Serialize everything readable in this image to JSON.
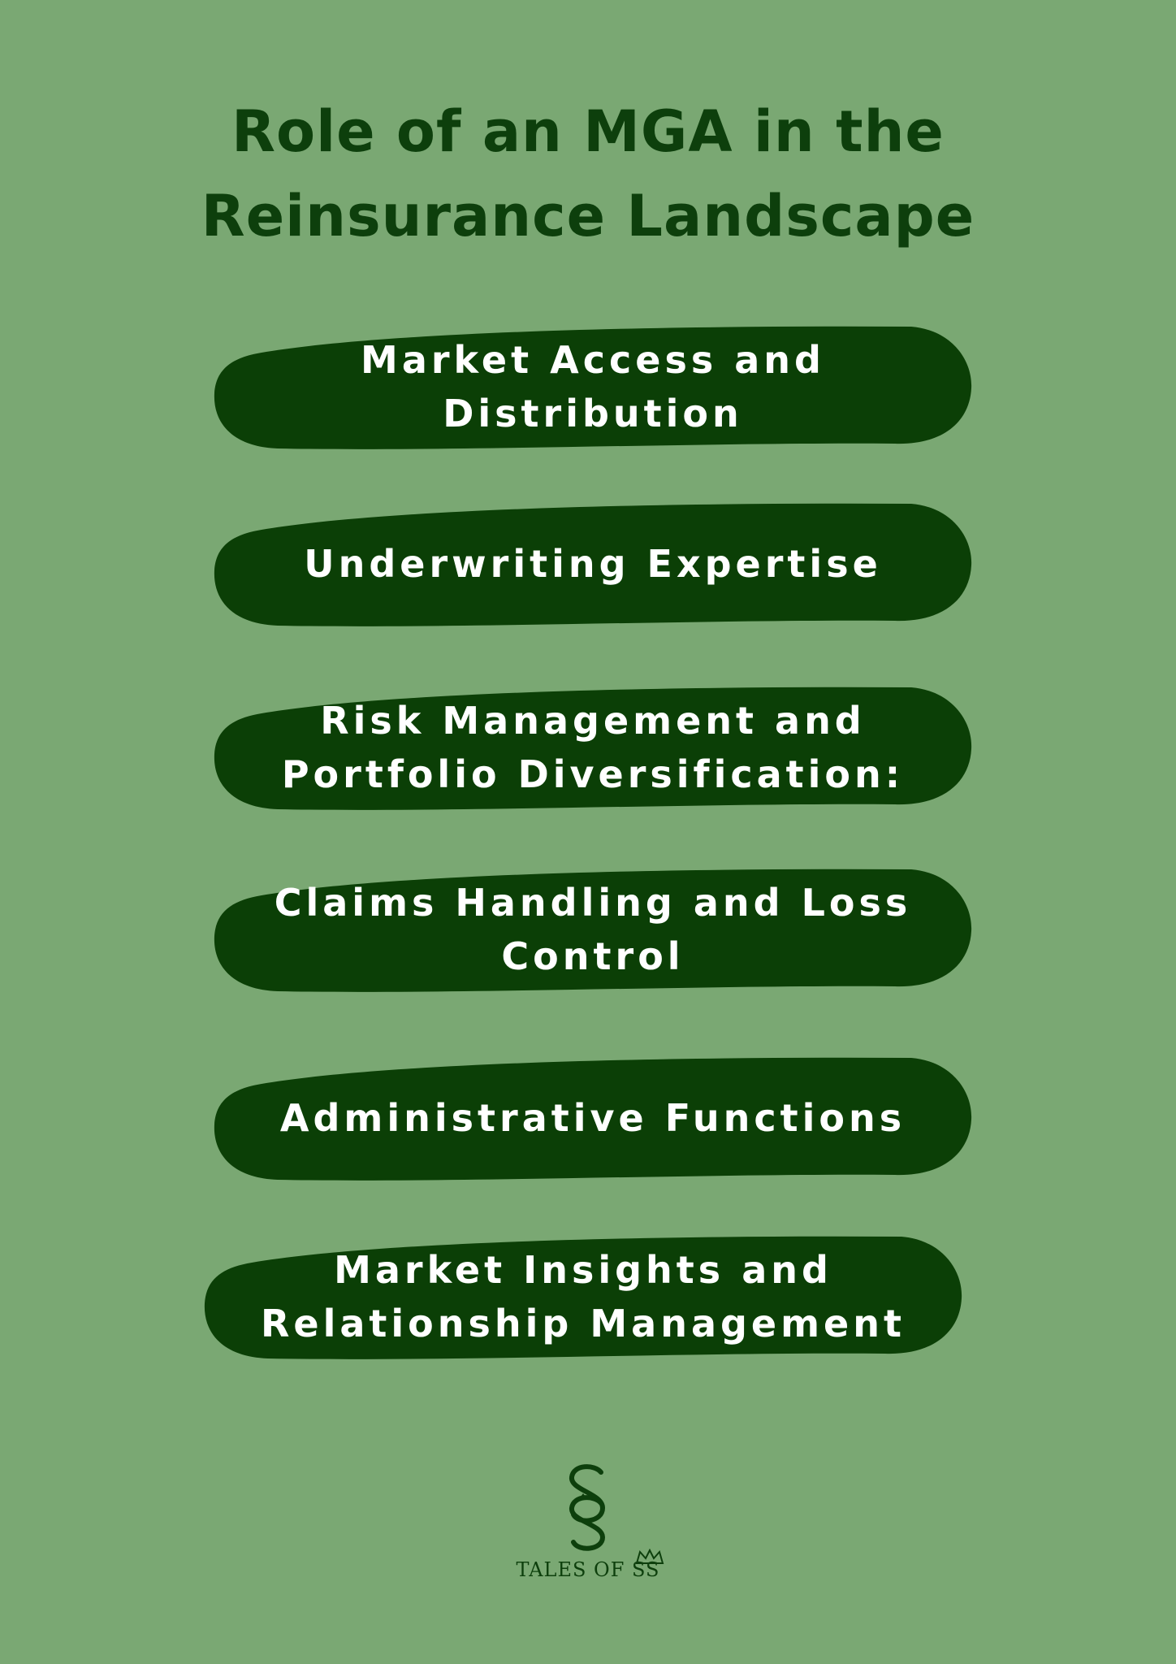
{
  "title": {
    "line1": "Role of an MGA in the",
    "line2": "Reinsurance Landscape"
  },
  "items": [
    {
      "label": "Market Access and Distribution"
    },
    {
      "label": "Underwriting Expertise"
    },
    {
      "label": "Risk Management and Portfolio Diversification:"
    },
    {
      "label": "Claims Handling and Loss Control"
    },
    {
      "label": "Administrative Functions"
    },
    {
      "label": "Market Insights and Relationship Management"
    }
  ],
  "logo": {
    "text": "TALES OF SS",
    "icon": "ss-monogram-icon"
  },
  "colors": {
    "background": "#7aa873",
    "pill": "#0b3f06",
    "title": "#0d3f0c",
    "pill_text": "#ffffff"
  }
}
